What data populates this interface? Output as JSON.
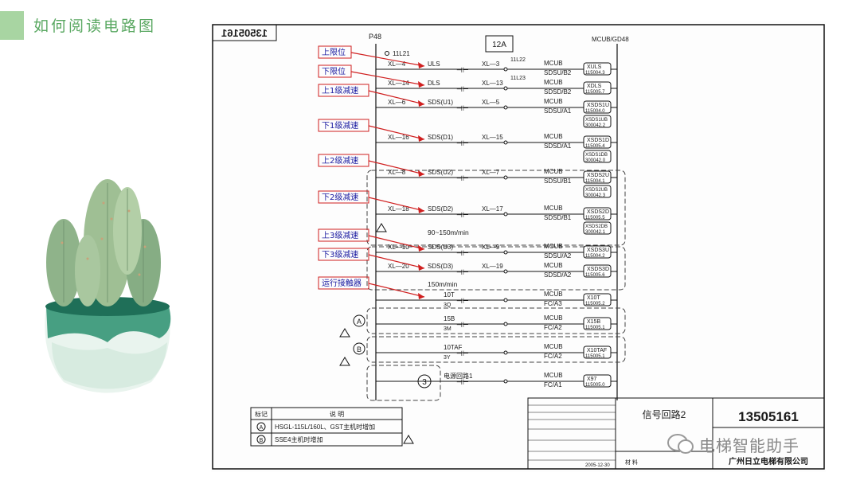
{
  "header": {
    "title": "如何阅读电路图"
  },
  "sheet": {
    "drawing_no_top": "13505161",
    "p48": "P48",
    "box_12a": "12A",
    "mcub_gd48": "MCUB/GD48",
    "node_11l21": "11L21",
    "node_11l22": "11L22",
    "node_11l23": "11L23",
    "rows": [
      {
        "annot": "上限位",
        "left": "XL—4",
        "sw": "ULS",
        "right": "XL—3",
        "mid1": "MCUB",
        "mid2": "SDSU/B2",
        "term1": "XULS",
        "term2": "115004.3"
      },
      {
        "annot": "下限位",
        "left": "XL—14",
        "sw": "DLS",
        "right": "XL—13",
        "mid1": "MCUB",
        "mid2": "SDSD/B2",
        "term1": "XDLS",
        "term2": "115005.7"
      },
      {
        "annot": "上1级减速",
        "left": "XL—6",
        "sw": "SDS(U1)",
        "right": "XL—5",
        "mid1": "MCUB",
        "mid2": "SDSU/A1",
        "term1": "XSDS1U",
        "term2": "115004.0",
        "term3": "XSDS1UB",
        "term4": "300042.2"
      },
      {
        "annot": "下1级减速",
        "left": "XL—16",
        "sw": "SDS(D1)",
        "right": "XL—15",
        "mid1": "MCUB",
        "mid2": "SDSD/A1",
        "term1": "XSDS1D",
        "term2": "115005.4",
        "term3": "XSDS1DB",
        "term4": "300042.0"
      },
      {
        "annot": "上2级减速",
        "left": "XL—8",
        "sw": "SDS(U2)",
        "right": "XL—7",
        "mid1": "MCUB",
        "mid2": "SDSU/B1",
        "term1": "XSDS2U",
        "term2": "115004.1",
        "term3": "XSDS2UB",
        "term4": "300042.3"
      },
      {
        "annot": "下2级减速",
        "left": "XL—18",
        "sw": "SDS(D2)",
        "right": "XL—17",
        "mid1": "MCUB",
        "mid2": "SDSD/B1",
        "term1": "XSDS2D",
        "term2": "115005.5",
        "term3": "XSDS2DB",
        "term4": "300042.1"
      },
      {
        "annot": "上3级减速",
        "left": "XL—10",
        "sw": "SDS(U3)",
        "right": "XL—9",
        "mid1": "MCUB",
        "mid2": "SDSU/A2",
        "term1": "XSDS3U",
        "term2": "115004.2"
      },
      {
        "annot": "下3级减速",
        "left": "XL—20",
        "sw": "SDS(D3)",
        "right": "XL—19",
        "mid1": "MCUB",
        "mid2": "SDSD/A2",
        "term1": "XSDS3D",
        "term2": "115005.6"
      },
      {
        "annot": "运行接触器",
        "left": "",
        "sw": "10T",
        "sw2": "3Q",
        "right": "",
        "mid1": "MCUB",
        "mid2": "FC/A3",
        "term1": "X10T",
        "term2": "115005.2"
      },
      {
        "annot": "",
        "left": "",
        "sw": "15B",
        "sw2": "3M",
        "right": "",
        "mid1": "MCUB",
        "mid2": "FC/A2",
        "term1": "X15B",
        "term2": "115005.1"
      },
      {
        "annot": "",
        "left": "",
        "sw": "10TAF",
        "sw2": "3Y",
        "right": "",
        "mid1": "MCUB",
        "mid2": "FC/A2",
        "term1": "X10TAF",
        "term2": "115005.1"
      },
      {
        "annot": "",
        "left": "",
        "sw": "电源回路1",
        "sw2": "",
        "right": "",
        "mid1": "MCUB",
        "mid2": "FC/A1",
        "term1": "X97",
        "term2": "115005.0"
      }
    ],
    "speed_note_1": "90~150m/min",
    "speed_note_2": "150m/min",
    "circle_a": "A",
    "circle_b": "B",
    "circle_3": "3",
    "legend": {
      "col1": "标记",
      "col2": "说 明",
      "row_a": "HSGL-115L/160L、GST主机时增加",
      "row_b": "SSE4主机时增加"
    },
    "title_block": {
      "name": "信号回路2",
      "number": "13505161",
      "company": "广州日立电梯有限公司",
      "date": "2005-12-30",
      "material": "材 料"
    }
  },
  "watermark": {
    "text": "电梯智能助手"
  }
}
